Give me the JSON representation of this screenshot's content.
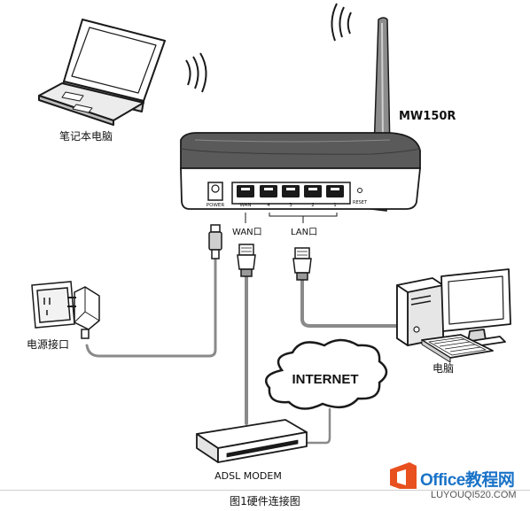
{
  "labels": {
    "router_model": "MW150R",
    "laptop": "笔记本电脑",
    "power_port": "POWER",
    "wan_port_small": "WAN",
    "reset": "RESET",
    "lan_numbers": [
      "4",
      "3",
      "2",
      "1"
    ],
    "wan_callout": "WAN口",
    "lan_callout": "LAN口",
    "power_socket": "电源接口",
    "desktop": "电脑",
    "internet": "INTERNET",
    "modem": "ADSL MODEM"
  },
  "caption": "图1硬件连接图",
  "watermark": {
    "brand": "Office教程网",
    "site": "LUYOUQI520.COM"
  },
  "colors": {
    "cable": "#8a8a8a",
    "outline": "#1a1a1a",
    "router_body": "#5a5a5a",
    "watermark_red": "#e8501f",
    "watermark_blue": "#1a73c8"
  }
}
